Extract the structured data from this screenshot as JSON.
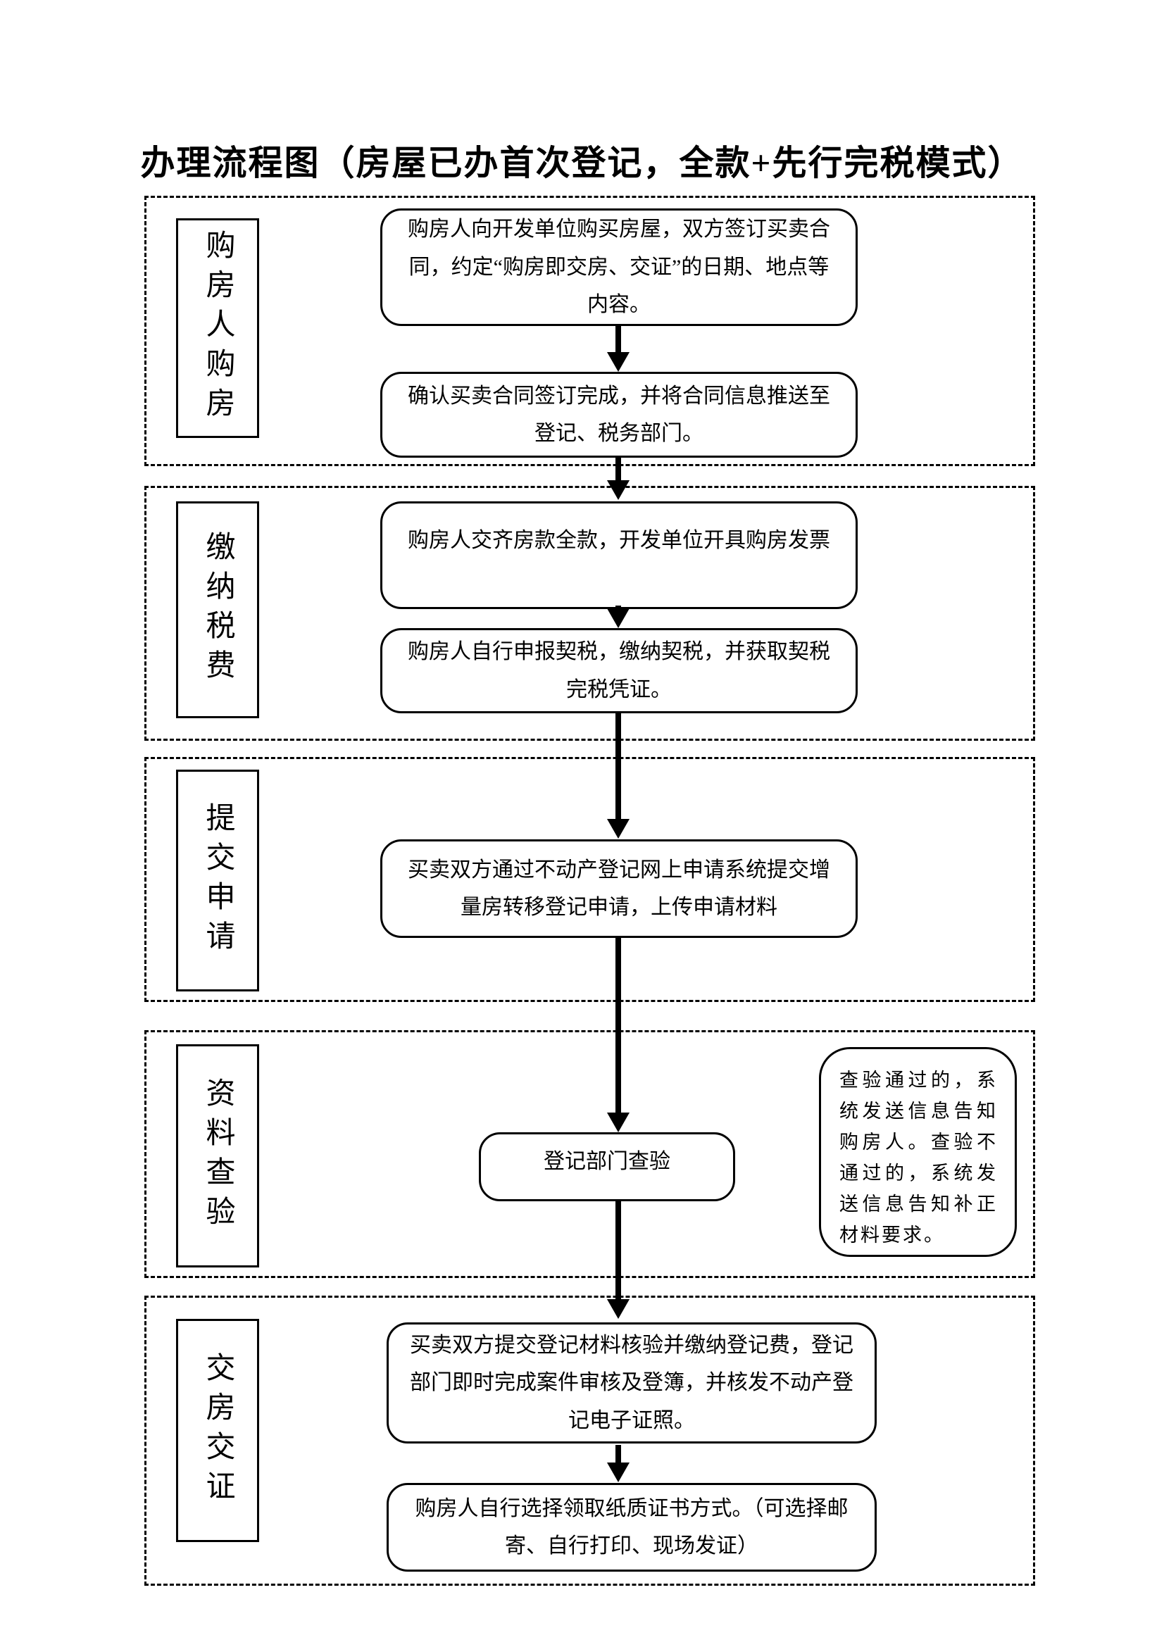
{
  "title": "办理流程图（房屋已办首次登记，全款+先行完税模式）",
  "sections": [
    {
      "label": "购房人购房",
      "boxes": [
        "购房人向开发单位购买房屋，双方签订买卖合同，约定“购房即交房、交证”的日期、地点等内容。",
        "确认买卖合同签订完成，并将合同信息推送至登记、税务部门。"
      ]
    },
    {
      "label": "缴纳税费",
      "boxes": [
        "购房人交齐房款全款，开发单位开具购房发票",
        "购房人自行申报契税，缴纳契税，并获取契税完税凭证。"
      ]
    },
    {
      "label": "提交申请",
      "boxes": [
        "买卖双方通过不动产登记网上申请系统提交增量房转移登记申请，上传申请材料"
      ]
    },
    {
      "label": "资料查验",
      "boxes": [
        "登记部门查验"
      ],
      "note": "查验通过的，系统发送信息告知购房人。查验不通过的，系统发送信息告知补正材料要求。"
    },
    {
      "label": "交房交证",
      "boxes": [
        "买卖双方提交登记材料核验并缴纳登记费，登记部门即时完成案件审核及登簿，并核发不动产登记电子证照。",
        "购房人自行选择领取纸质证书方式。（可选择邮寄、自行打印、现场发证）"
      ]
    }
  ],
  "colors": {
    "background": "#ffffff",
    "line": "#000000",
    "text": "#000000"
  }
}
